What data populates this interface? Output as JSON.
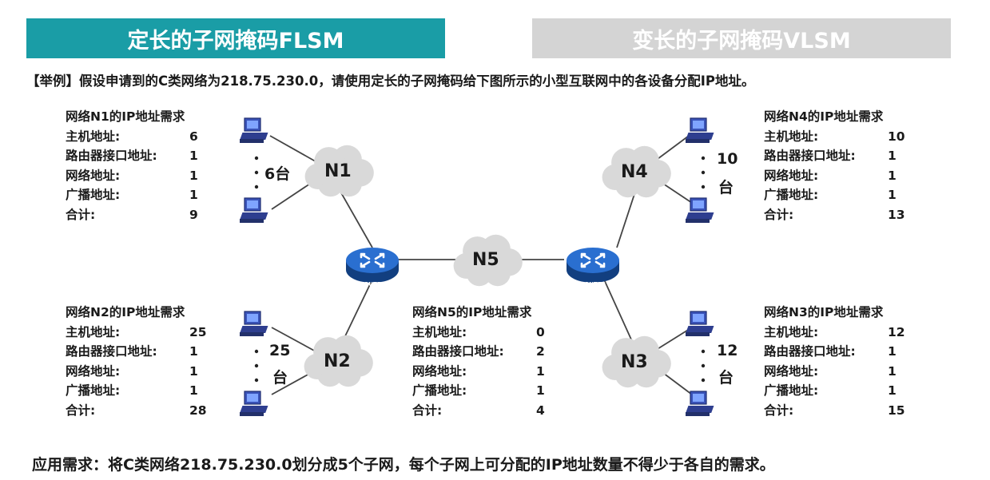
{
  "tabs": {
    "flsm": "定长的子网掩码FLSM",
    "vlsm": "变长的子网掩码VLSM"
  },
  "example_text": "【举例】假设申请到的C类网络为218.75.230.0，请使用定长的子网掩码给下图所示的小型互联网中的各设备分配IP地址。",
  "footer_text": "应用需求：将C类网络218.75.230.0划分成5个子网，每个子网上可分配的IP地址数量不得少于各自的需求。",
  "networks": {
    "n1": {
      "label": "N1",
      "host_count": "6台",
      "req": {
        "title": "网络N1的IP地址需求",
        "rows": [
          {
            "k": "主机地址:",
            "v": "6"
          },
          {
            "k": "路由器接口地址:",
            "v": "1"
          },
          {
            "k": "网络地址:",
            "v": "1"
          },
          {
            "k": "广播地址:",
            "v": "1"
          },
          {
            "k": "合计:",
            "v": "9"
          }
        ]
      }
    },
    "n2": {
      "label": "N2",
      "host_count_num": "25",
      "host_count_unit": "台",
      "req": {
        "title": "网络N2的IP地址需求",
        "rows": [
          {
            "k": "主机地址:",
            "v": "25"
          },
          {
            "k": "路由器接口地址:",
            "v": "1"
          },
          {
            "k": "网络地址:",
            "v": "1"
          },
          {
            "k": "广播地址:",
            "v": "1"
          },
          {
            "k": "合计:",
            "v": "28"
          }
        ]
      }
    },
    "n3": {
      "label": "N3",
      "host_count_num": "12",
      "host_count_unit": "台",
      "req": {
        "title": "网络N3的IP地址需求",
        "rows": [
          {
            "k": "主机地址:",
            "v": "12"
          },
          {
            "k": "路由器接口地址:",
            "v": "1"
          },
          {
            "k": "网络地址:",
            "v": "1"
          },
          {
            "k": "广播地址:",
            "v": "1"
          },
          {
            "k": "合计:",
            "v": "15"
          }
        ]
      }
    },
    "n4": {
      "label": "N4",
      "host_count_num": "10",
      "host_count_unit": "台",
      "req": {
        "title": "网络N4的IP地址需求",
        "rows": [
          {
            "k": "主机地址:",
            "v": "10"
          },
          {
            "k": "路由器接口地址:",
            "v": "1"
          },
          {
            "k": "网络地址:",
            "v": "1"
          },
          {
            "k": "广播地址:",
            "v": "1"
          },
          {
            "k": "合计:",
            "v": "13"
          }
        ]
      }
    },
    "n5": {
      "label": "N5",
      "req": {
        "title": "网络N5的IP地址需求",
        "rows": [
          {
            "k": "主机地址:",
            "v": "0"
          },
          {
            "k": "路由器接口地址:",
            "v": "2"
          },
          {
            "k": "网络地址:",
            "v": "1"
          },
          {
            "k": "广播地址:",
            "v": "1"
          },
          {
            "k": "合计:",
            "v": "4"
          }
        ]
      }
    }
  },
  "routers": {
    "left": "ROUTER",
    "right": "ROUTER"
  },
  "colors": {
    "tab_active": "#1a9da6",
    "tab_inactive": "#d4d4d4",
    "router": "#1f63b8",
    "cloud": "#d9d9d9",
    "pc": "#3a53b8"
  }
}
